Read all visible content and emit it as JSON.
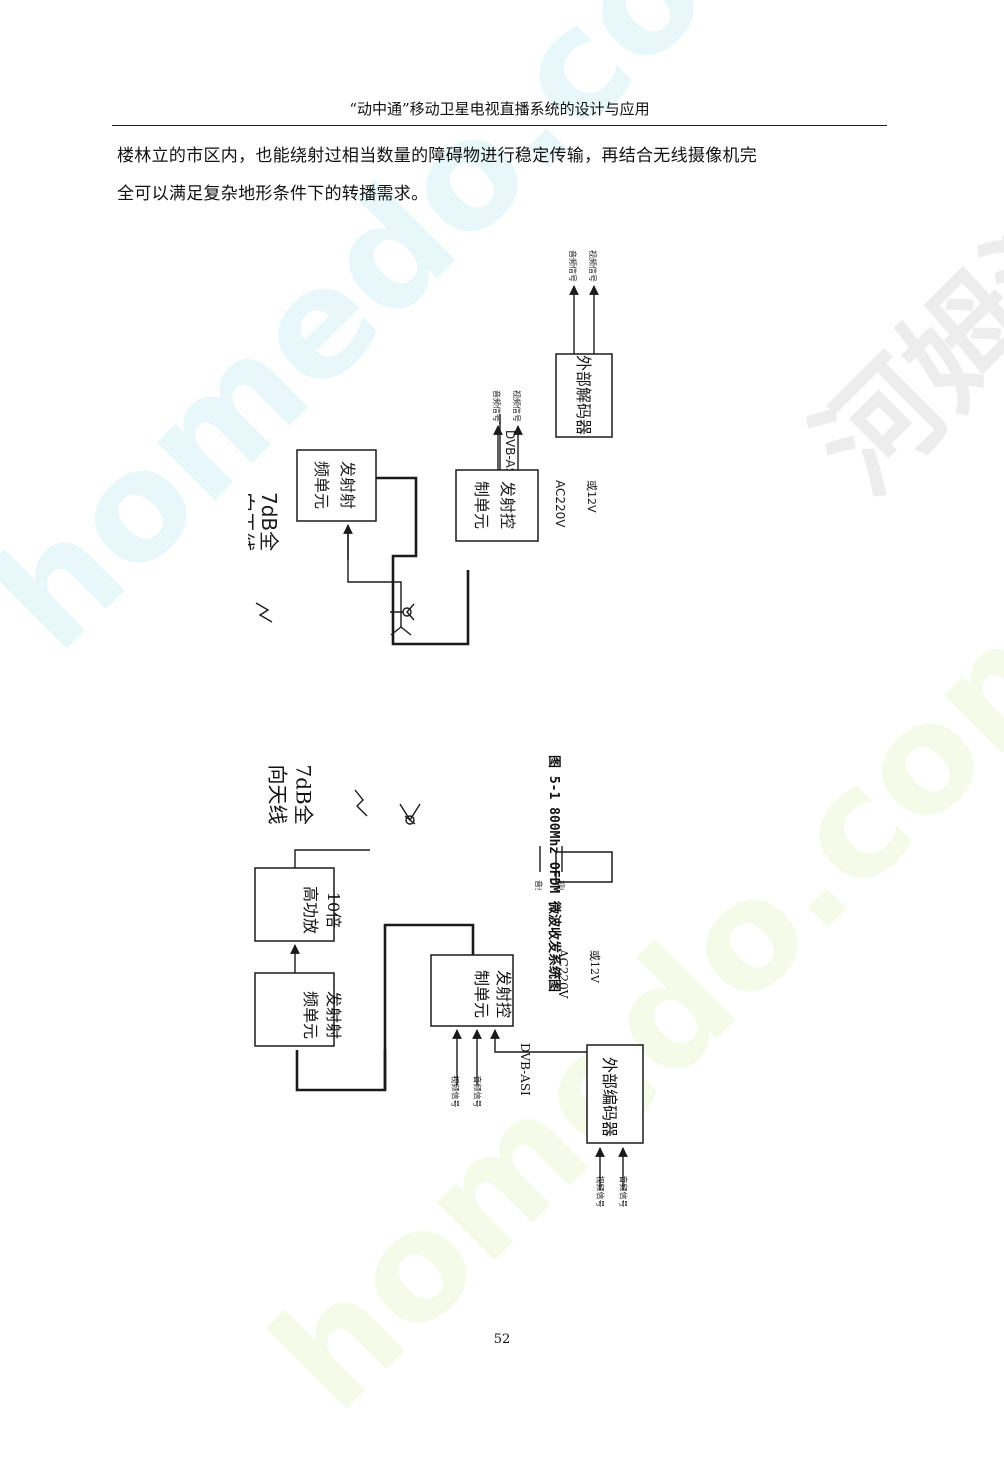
{
  "header": {
    "title": "“动中通”移动卫星电视直播系统的设计与应用"
  },
  "paragraph": {
    "lines": [
      "楼林立的市区内，也能绕射过相当数量的障碍物进行稳定传输，再结合无线摄像机完",
      "全可以满足复杂地形条件下的转播需求。"
    ]
  },
  "figure": {
    "caption": "图 5-1  800Mhz OFDM 微波收发系统图",
    "transmitter": {
      "encoder": "外部编码器",
      "encoder_in_video": "视频信号",
      "encoder_in_audio": "音频信号",
      "ctrl_line1": "发射控",
      "ctrl_line2": "制单元",
      "ctrl_in_video": "视频信号",
      "ctrl_in_audio": "音频信号",
      "dvb_label": "DVB-ASI",
      "power_ac": "AC220V",
      "power_dc": "或12V",
      "rf_line1": "发射射",
      "rf_line2": "频单元",
      "amp_line1": "10倍",
      "amp_line2": "高功放",
      "antenna_line1": "7dB全",
      "antenna_line2": "向天线"
    },
    "receiver": {
      "decoder": "外部解码器",
      "decoder_out_video": "视频信号",
      "decoder_out_audio": "音频信号",
      "ctrl_line1": "发射控",
      "ctrl_line2": "制单元",
      "ctrl_out_video": "视频信号",
      "ctrl_out_audio": "音频信号",
      "dvb_label": "DVB-ASI",
      "power_ac": "AC220V",
      "power_dc": "或12V",
      "rf_line1": "发射射",
      "rf_line2": "频单元",
      "antenna_line1": "7dB全",
      "antenna_line2": "向天线"
    }
  },
  "page_number": "52",
  "watermark": {
    "text": "homedo.com",
    "brand_cn": "河姆渡",
    "color": "#cfeef5"
  }
}
